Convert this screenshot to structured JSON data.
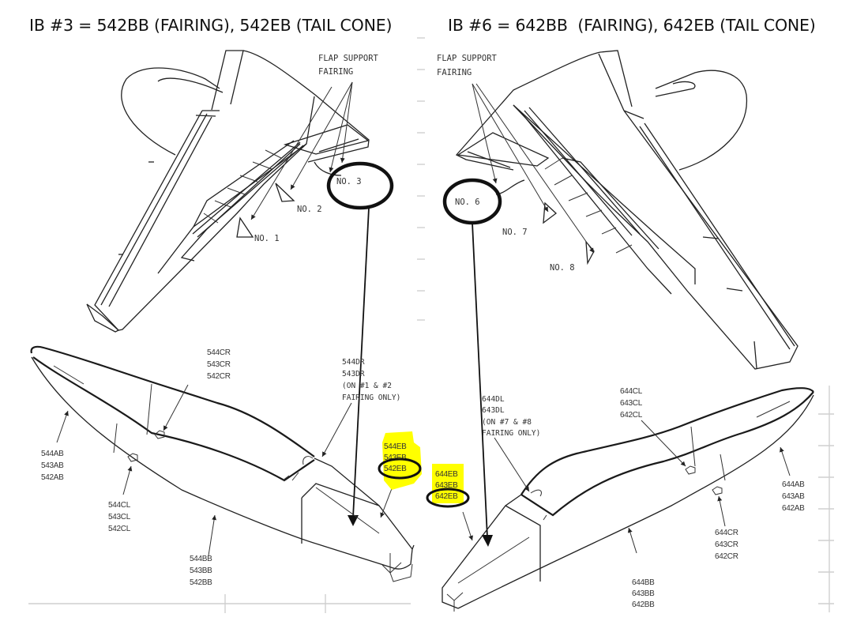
{
  "titles": {
    "left": "IB #3 = 542BB (FAIRING), 542EB (TAIL CONE)",
    "right": "IB #6 = 642BB  (FAIRING), 642EB (TAIL CONE)"
  },
  "left_wing": {
    "callout_line1": "FLAP SUPPORT",
    "callout_line2": "FAIRING",
    "fairing_labels": [
      "NO. 1",
      "NO. 2",
      "NO. 3"
    ],
    "circled": "NO. 3"
  },
  "right_wing": {
    "callout_line1": "FLAP SUPPORT",
    "callout_line2": "FAIRING",
    "fairing_labels": [
      "NO. 6",
      "NO. 7",
      "NO. 8"
    ],
    "circled": "NO. 6"
  },
  "left_fairing": {
    "ab": [
      "544AB",
      "543AB",
      "542AB"
    ],
    "cr": [
      "544CR",
      "543CR",
      "542CR"
    ],
    "cl": [
      "544CL",
      "543CL",
      "542CL"
    ],
    "bb": [
      "544BB",
      "543BB",
      "542BB"
    ],
    "dr": [
      "544DR",
      "543DR",
      "(ON #1 & #2",
      "FAIRING ONLY)"
    ],
    "eb": [
      "544EB",
      "543EB",
      "542EB"
    ],
    "eb_circled": "542EB"
  },
  "right_fairing": {
    "ab": [
      "644AB",
      "643AB",
      "642AB"
    ],
    "cr": [
      "644CR",
      "643CR",
      "642CR"
    ],
    "cl": [
      "644CL",
      "643CL",
      "642CL"
    ],
    "bb": [
      "644BB",
      "643BB",
      "642BB"
    ],
    "dl": [
      "644DL",
      "643DL",
      "(ON #7 & #8",
      "FAIRING ONLY)"
    ],
    "eb": [
      "644EB",
      "643EB",
      "642EB"
    ],
    "eb_circled": "642EB"
  },
  "colors": {
    "highlight": "#ffff00",
    "ink": "#1a1a1a",
    "grid": "#cfcfcf"
  }
}
